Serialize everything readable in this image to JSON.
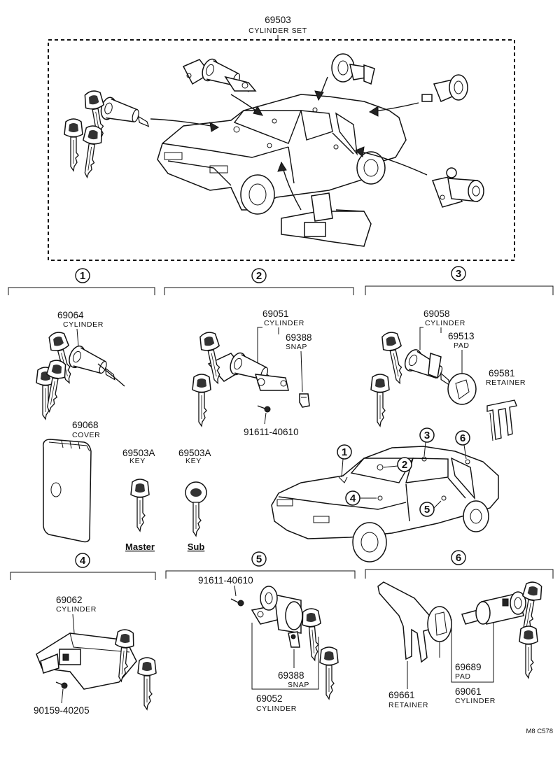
{
  "header": {
    "set_number": "69503",
    "set_name": "CYLINDER SET"
  },
  "sections": [
    {
      "number": "1"
    },
    {
      "number": "2"
    },
    {
      "number": "3"
    },
    {
      "number": "4"
    },
    {
      "number": "5"
    },
    {
      "number": "6"
    }
  ],
  "car_callouts": [
    "1",
    "2",
    "3",
    "4",
    "5",
    "6"
  ],
  "parts": {
    "s1_cylinder": {
      "number": "69064",
      "name": "CYLINDER"
    },
    "s1_cover": {
      "number": "69068",
      "name": "COVER"
    },
    "s2_cylinder": {
      "number": "69051",
      "name": "CYLINDER"
    },
    "s2_snap": {
      "number": "69388",
      "name": "SNAP"
    },
    "s2_screw": {
      "number": "91611-40610"
    },
    "s3_cylinder": {
      "number": "69058",
      "name": "CYLINDER"
    },
    "s3_pad": {
      "number": "69513",
      "name": "PAD"
    },
    "s3_retainer": {
      "number": "69581",
      "name": "RETAINER"
    },
    "key_master": {
      "number": "69503A",
      "name": "KEY",
      "label": "Master"
    },
    "key_sub": {
      "number": "69503A",
      "name": "KEY",
      "label": "Sub"
    },
    "s4_cylinder": {
      "number": "69062",
      "name": "CYLINDER"
    },
    "s4_screw": {
      "number": "90159-40205"
    },
    "s5_screw": {
      "number": "91611-40610"
    },
    "s5_snap": {
      "number": "69388",
      "name": "SNAP"
    },
    "s5_cylinder": {
      "number": "69052",
      "name": "CYLINDER"
    },
    "s6_retainer": {
      "number": "69661",
      "name": "RETAINER"
    },
    "s6_pad": {
      "number": "69689",
      "name": "PAD"
    },
    "s6_cylinder": {
      "number": "69061",
      "name": "CYLINDER"
    }
  },
  "code": "M8 C578"
}
